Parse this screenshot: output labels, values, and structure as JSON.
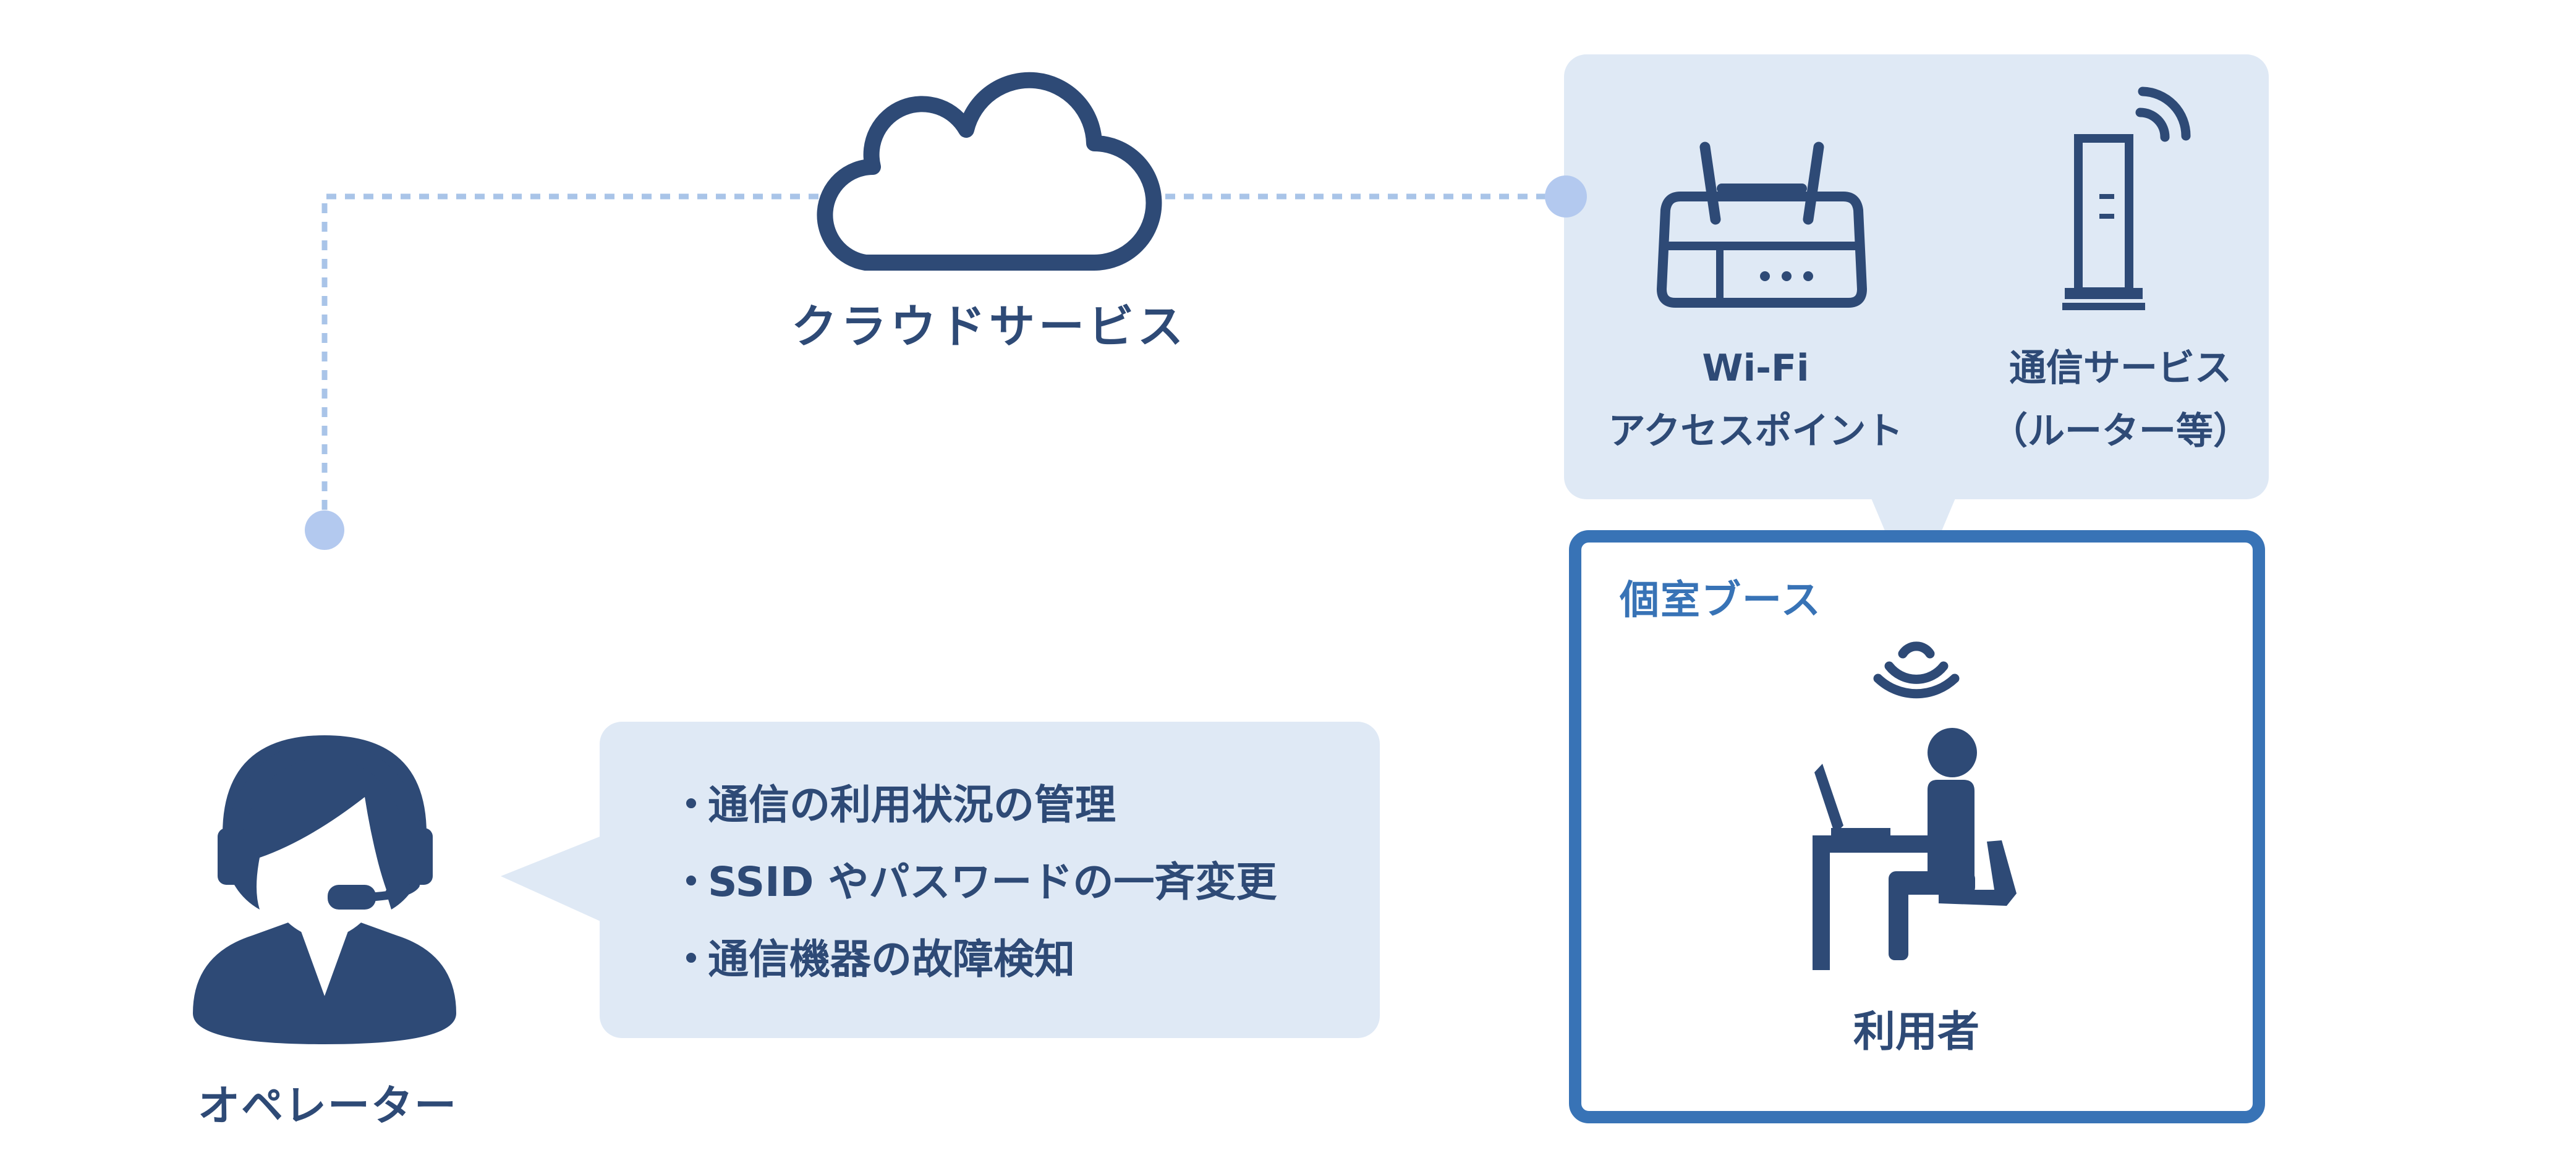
{
  "colors": {
    "navy": "#2e4a76",
    "panel": "#dfe9f5",
    "booth_border": "#3873b6",
    "dotted_line": "#a9c4e8",
    "dot": "#b3c9ef"
  },
  "icons": {
    "cloud": "cloud-icon",
    "wifi_ap": "wifi-router-icon",
    "router": "router-tower-icon",
    "signal": "wifi-signal-icon",
    "user": "seated-user-laptop-icon",
    "operator": "operator-headset-icon"
  },
  "cloud_label": "クラウドサービス",
  "devices": {
    "wifi_line1": "Wi-Fi",
    "wifi_line2": "アクセスポイント",
    "router_line1": "通信サービス",
    "router_line2": "（ルーター等）"
  },
  "booth": {
    "title": "個室ブース",
    "user_label": "利用者"
  },
  "operator_label": "オペレーター",
  "features": {
    "bullet": "・",
    "items": [
      "通信の利用状況の管理",
      "SSID やパスワードの一斉変更",
      "通信機器の故障検知"
    ]
  }
}
